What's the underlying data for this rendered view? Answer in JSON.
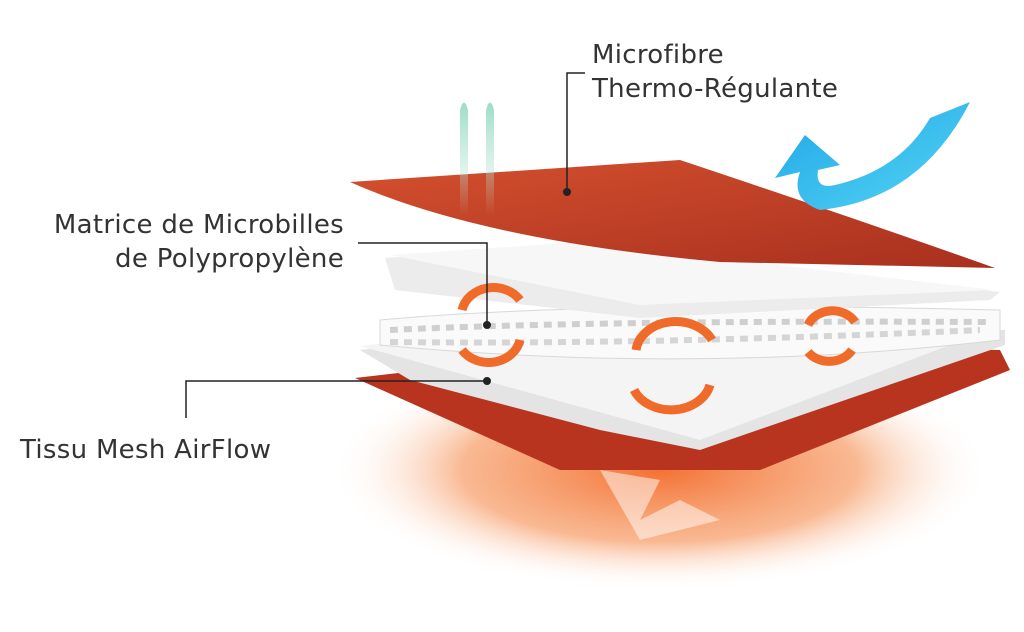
{
  "labels": {
    "top": {
      "line1": "Microfibre",
      "line2": "Thermo-Régulante"
    },
    "middle": {
      "line1": "Matrice de Microbilles",
      "line2": "de Polypropylène"
    },
    "bottom": {
      "line1": "Tissu Mesh AirFlow"
    }
  },
  "colors": {
    "red_layer": "#c8432a",
    "orange_glow": "#f36a2a",
    "arrow_blue": "#2ab4ea",
    "circulation_orange": "#f06a2a",
    "text": "#333333"
  }
}
